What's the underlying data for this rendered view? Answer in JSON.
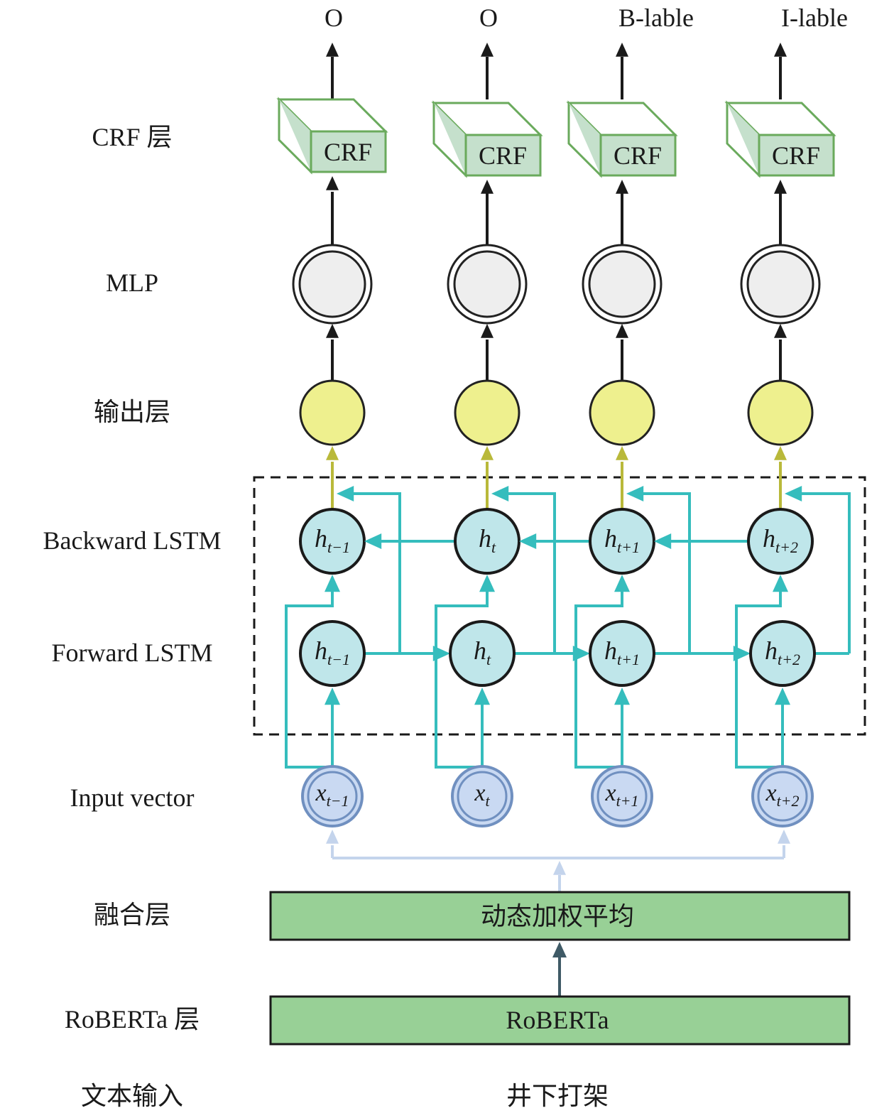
{
  "row_labels": {
    "crf": "CRF 层",
    "mlp": "MLP",
    "output": "输出层",
    "backward": "Backward LSTM",
    "forward": "Forward LSTM",
    "input": "Input vector",
    "fusion": "融合层",
    "roberta": "RoBERTa 层",
    "text_input": "文本输入"
  },
  "outputs": [
    "O",
    "O",
    "B-lable",
    "I-lable"
  ],
  "crf_label": "CRF",
  "hidden": [
    {
      "base": "h",
      "sub": "t−1"
    },
    {
      "base": "h",
      "sub": "t"
    },
    {
      "base": "h",
      "sub": "t+1"
    },
    {
      "base": "h",
      "sub": "t+2"
    }
  ],
  "inputs": [
    {
      "base": "x",
      "sub": "t−1"
    },
    {
      "base": "x",
      "sub": "t"
    },
    {
      "base": "x",
      "sub": "t+1"
    },
    {
      "base": "x",
      "sub": "t+2"
    }
  ],
  "fusion_box": "动态加权平均",
  "roberta_box": "RoBERTa",
  "text_input": "井下打架",
  "colors": {
    "crf_green": "#6aaa5c",
    "crf_fill": "#c5e0cc",
    "mlp_fill": "#eeeeee",
    "output_fill": "#eef08e",
    "lstm_fill": "#bfe6ea",
    "teal": "#35bdbd",
    "olive": "#b9b93a",
    "input_fill": "#c9d9f2",
    "input_ring": "#7090c0",
    "box_green": "#98d096",
    "light_blue": "#c4d4ec",
    "dark_slate": "#3f5a66"
  }
}
